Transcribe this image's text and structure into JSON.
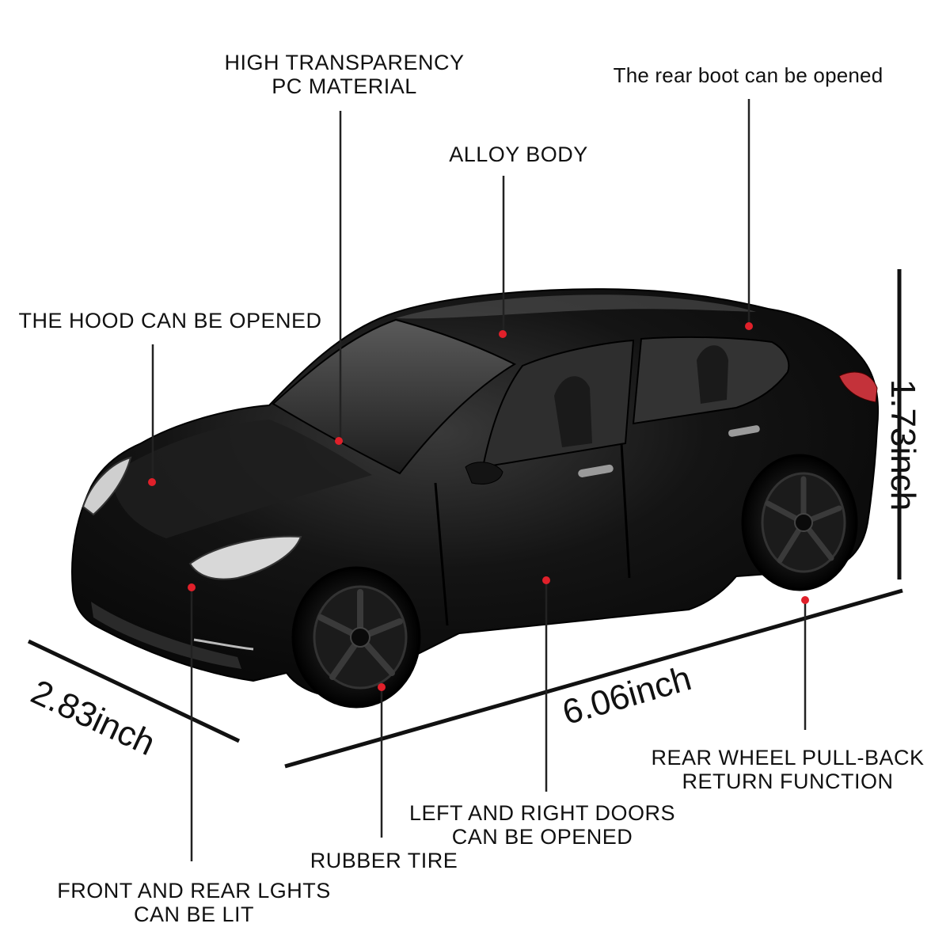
{
  "labels": {
    "transparency": {
      "line1": "HIGH TRANSPARENCY",
      "line2": "PC MATERIAL"
    },
    "rear_boot": "The rear boot can be opened",
    "alloy_body": "ALLOY BODY",
    "hood": "THE HOOD CAN BE OPENED",
    "rear_wheel": {
      "line1": "REAR WHEEL PULL-BACK",
      "line2": "RETURN FUNCTION"
    },
    "doors": {
      "line1": "LEFT AND RIGHT DOORS",
      "line2": "CAN BE OPENED"
    },
    "rubber_tire": "RUBBER TIRE",
    "lights": {
      "line1": "FRONT AND REAR LGHTS",
      "line2": "CAN BE LIT"
    }
  },
  "dimensions": {
    "height": "1.73inch",
    "length": "6.06inch",
    "width": "2.83inch"
  },
  "colors": {
    "marker": "#e0202a",
    "car_body": "#0d0d0d",
    "leader_line": "#222222"
  }
}
